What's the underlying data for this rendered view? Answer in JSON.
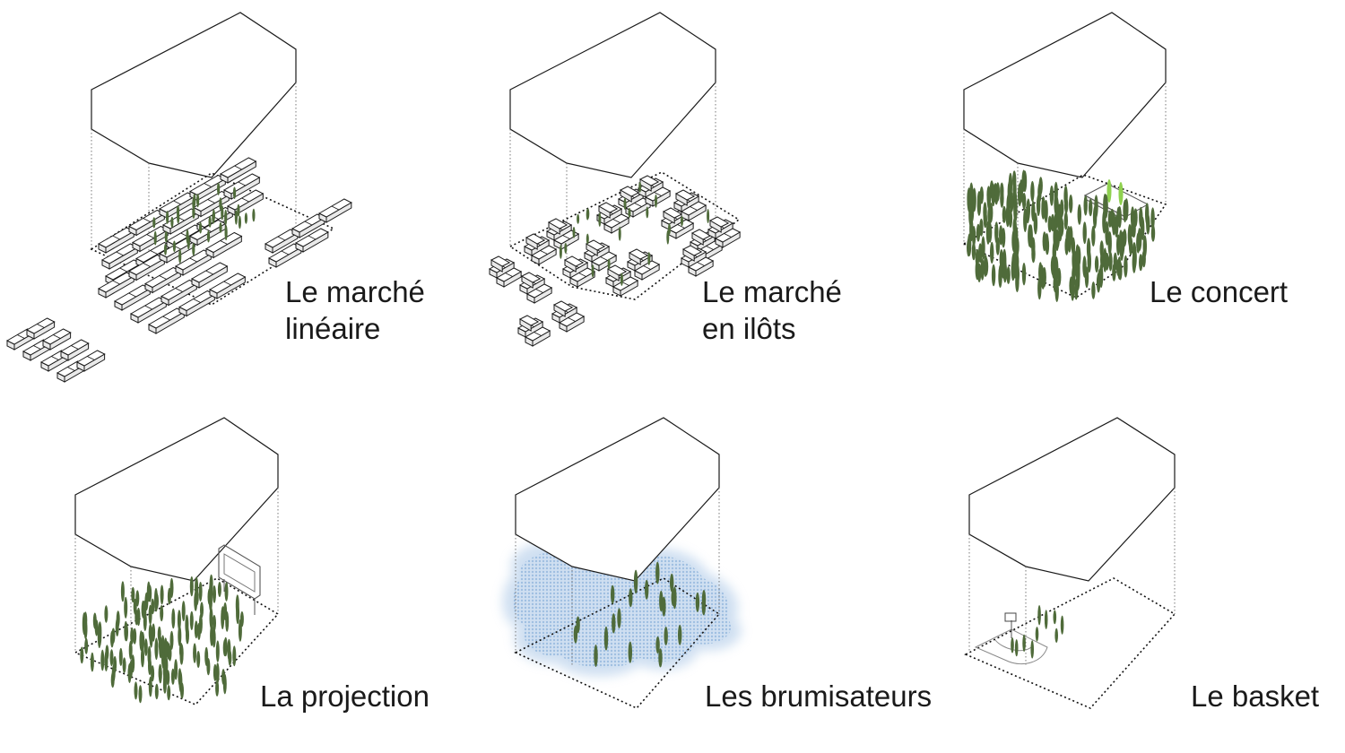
{
  "scenarios": [
    {
      "label_lines": [
        "Le marché",
        "linéaire"
      ]
    },
    {
      "label_lines": [
        "Le marché",
        "en ilôts"
      ]
    },
    {
      "label_lines": [
        "Le concert"
      ]
    },
    {
      "label_lines": [
        "La projection"
      ]
    },
    {
      "label_lines": [
        "Les brumisateurs"
      ]
    },
    {
      "label_lines": [
        "Le basket"
      ]
    }
  ],
  "colors": {
    "outline": "#1a1a1a",
    "people": "#4f6b3a",
    "performers": "#8fd14f",
    "mist": "#8fb6dd"
  }
}
